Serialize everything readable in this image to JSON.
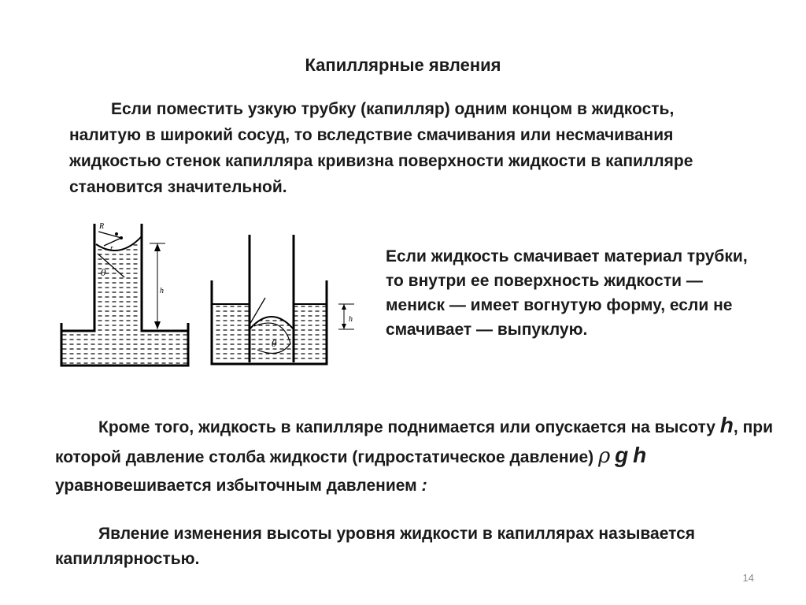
{
  "slide": {
    "title": "Капиллярные явления",
    "intro": {
      "text": "Если поместить узкую трубку (капилляр) одним концом в жидкость, налитую в широкий сосуд, то вследствие смачивания или несмачивания жидкостью стенок капилляра кривизна поверхности жидкости в капилляре становится значительной."
    },
    "meniscus": {
      "text": "Если жидкость смачивает материал трубки, то внутри ее поверхность жидкости — мениск — имеет вогнутую форму, если не смачивает — выпуклую."
    },
    "height": {
      "part1": "Кроме того,  жидкость в капилляре поднимается или опускается на высоту ",
      "h": "h",
      "part2": ", при которой давление столба жидкости (гидростатическое давление) ",
      "rho": "ρ",
      "g": "g",
      "h2": "h",
      "part3": " уравновешивается избыточным давлением",
      "colon": ":"
    },
    "definition": {
      "text": "Явление изменения высоты уровня жидкости в капиллярах называется капиллярностью."
    },
    "page_number": "14"
  },
  "figure_labels": {
    "left_R": "R",
    "left_r": "r",
    "left_theta": "θ",
    "left_h": "h",
    "right_theta": "θ",
    "right_h": "h"
  }
}
